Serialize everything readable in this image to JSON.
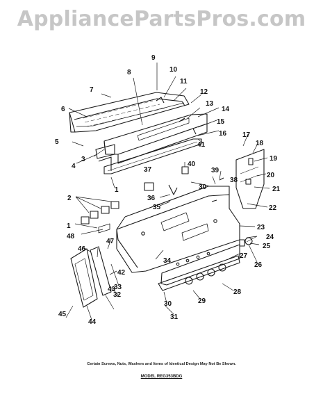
{
  "watermark": "AppliancePartsPros.com",
  "callouts": [
    "1",
    "1",
    "2",
    "3",
    "4",
    "5",
    "6",
    "7",
    "8",
    "9",
    "10",
    "11",
    "12",
    "13",
    "14",
    "15",
    "16",
    "17",
    "18",
    "19",
    "20",
    "21",
    "22",
    "23",
    "24",
    "25",
    "26",
    "27",
    "28",
    "29",
    "30",
    "30",
    "31",
    "32",
    "33",
    "34",
    "35",
    "36",
    "37",
    "38",
    "39",
    "40",
    "41",
    "42",
    "43",
    "44",
    "45",
    "46",
    "47",
    "48",
    "49"
  ],
  "footnote": "Certain Screws, Nuts, Washers and Items of Identical Design May Not Be Shown.",
  "model_label": "MODEL REG353BDG"
}
